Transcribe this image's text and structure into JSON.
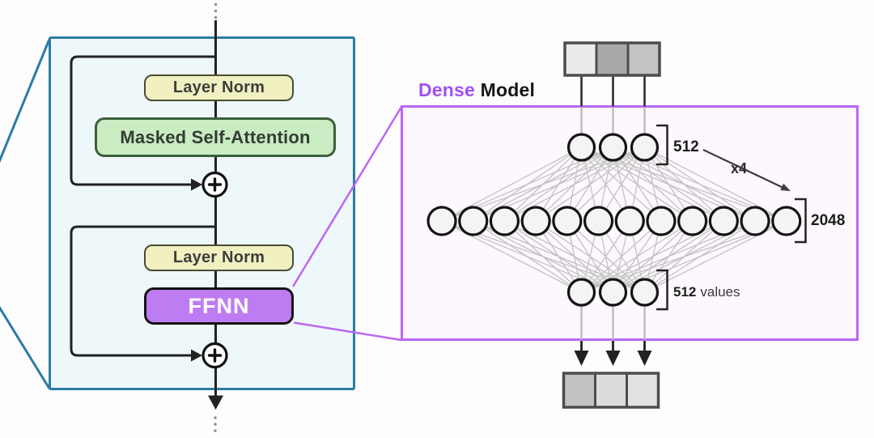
{
  "transformer_block": {
    "layer_norm_1": "Layer Norm",
    "masked_self_attention": "Masked Self-Attention",
    "layer_norm_2": "Layer Norm",
    "ffnn": "FFNN",
    "residual_symbol": "+"
  },
  "dense_model": {
    "title_dense": "Dense",
    "title_model": "Model",
    "input_size_label": "512",
    "repeat_label": "x4",
    "hidden_size_label": "2048",
    "output_size_label": "512",
    "output_size_suffix": "values",
    "input_nodes": 3,
    "hidden_nodes": 12,
    "output_nodes": 3,
    "input_vector_cells": 3,
    "output_vector_cells": 3
  },
  "colors": {
    "teal": "#2b7ca4",
    "teal_fill": "#eef7fa",
    "purple": "#bc66f4",
    "purple_fill": "#fdf7fe",
    "title_purple": "#a34ff2",
    "ffnn_fill": "#be7cf3",
    "layer_norm_fill": "#f1f0c1",
    "layer_norm_border": "#4b4b33",
    "attention_fill": "#c9ecc2",
    "attention_border": "#3c5f3c",
    "edge_gray": "#c2c2c2",
    "node_fill": "#f4f4f4",
    "node_stroke": "#141414",
    "cell_border": "#4d4d4d",
    "input_cell_fills": [
      "#ebebeb",
      "#a9a9a9",
      "#c3c3c3"
    ],
    "output_cell_fills": [
      "#c2c2c2",
      "#dcdcdc",
      "#e2e2e2"
    ]
  }
}
